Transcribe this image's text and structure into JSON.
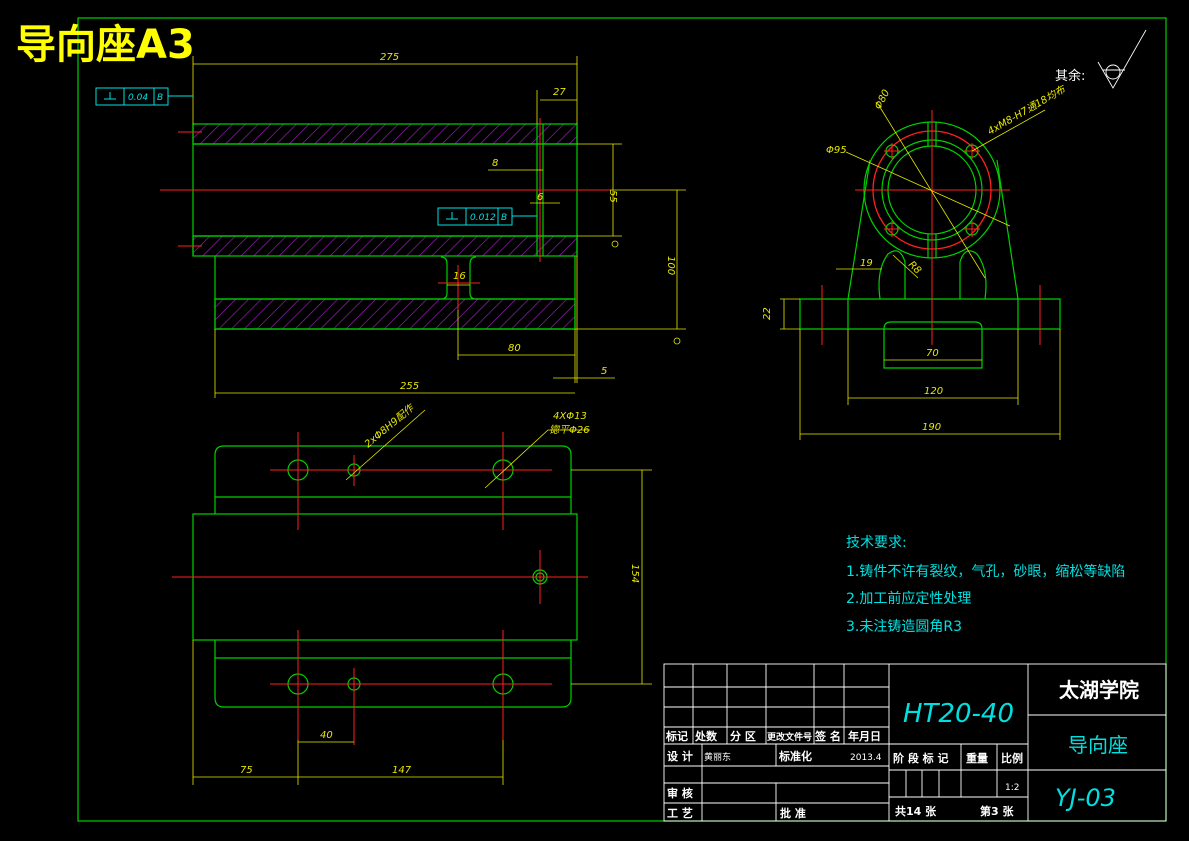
{
  "sheet_title": "导向座A3",
  "surface_finish_note": "其余:",
  "front_view": {
    "dims": {
      "d275": "275",
      "d27": "27",
      "d8": "8",
      "d6": "6",
      "d16": "16",
      "d55": "55",
      "d100": "100",
      "d80": "80",
      "d5": "5",
      "d255": "255"
    },
    "fcf1": {
      "tol": "0.04",
      "datum": "B"
    },
    "fcf2": {
      "tol": "0.012",
      "datum": "B"
    }
  },
  "side_view": {
    "dims": {
      "d80": "Φ80",
      "d95": "Φ95",
      "holes": "4xM8-H7通18均布",
      "d19": "19",
      "r8": "R8",
      "d22": "22",
      "d70": "70",
      "d120": "120",
      "d190": "190"
    }
  },
  "top_view": {
    "dims": {
      "pin": "2xΦ8H9配作",
      "holes_a": "4XΦ13",
      "holes_b": "锪平Φ26",
      "d154": "154",
      "d40": "40",
      "d75": "75",
      "d147": "147"
    }
  },
  "tech_requirements": {
    "heading": "技术要求:",
    "items": [
      "1.铸件不许有裂纹，气孔，砂眼，缩松等缺陷",
      "2.加工前应定性处理",
      "3.未注铸造圆角R3"
    ]
  },
  "title_block": {
    "material": "HT20-40",
    "school": "太湖学院",
    "part_name": "导向座",
    "drawing_no": "YJ-03",
    "rev_headers": [
      "标记",
      "处数",
      "分 区",
      "更改文件号",
      "签 名",
      "年月日"
    ],
    "design_label": "设 计",
    "designer": "黄丽东",
    "std_label": "标准化",
    "date": "2013.4",
    "stage_label": "阶 段 标 记",
    "weight_label": "重量",
    "scale_label": "比例",
    "scale": "1:2",
    "review_label": "审 核",
    "process_label": "工 艺",
    "approve_label": "批 准",
    "total_sheets": "共14 张",
    "sheet_no": "第3 张"
  },
  "colors": {
    "outline": "#00d000",
    "center": "#ff2020",
    "dimension": "#e8e800",
    "annotation": "#00e0e0",
    "title": "#ffff00",
    "background": "#000000"
  }
}
